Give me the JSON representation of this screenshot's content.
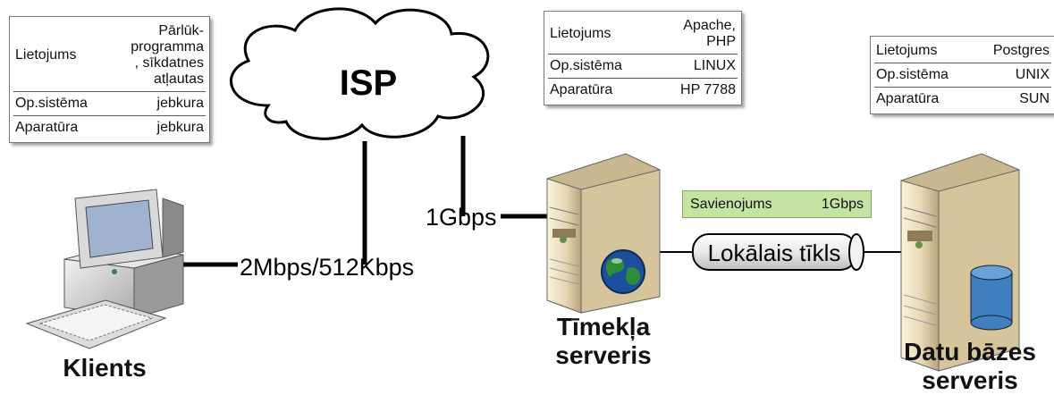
{
  "isp": {
    "label": "ISP"
  },
  "links": {
    "client_speed": "2Mbps/512Kbps",
    "web_speed": "1Gbps"
  },
  "client": {
    "title": "Klients",
    "specs": [
      {
        "key": "Lietojums",
        "value": "Pārlūk-\nprogramma\n, sīkdatnes\natļautas"
      },
      {
        "key": "Op.sistēma",
        "value": "jebkura"
      },
      {
        "key": "Aparatūra",
        "value": "jebkura"
      }
    ]
  },
  "web_server": {
    "title_line1": "Tīmekļa",
    "title_line2": "serveris",
    "specs": [
      {
        "key": "Lietojums",
        "value": "Apache,\nPHP"
      },
      {
        "key": "Op.sistēma",
        "value": "LINUX"
      },
      {
        "key": "Aparatūra",
        "value": "HP 7788"
      }
    ]
  },
  "db_server": {
    "title_line1": "Datu bāzes",
    "title_line2": "serveris",
    "specs": [
      {
        "key": "Lietojums",
        "value": "Postgres"
      },
      {
        "key": "Op.sistēma",
        "value": "UNIX"
      },
      {
        "key": "Aparatūra",
        "value": "SUN"
      }
    ]
  },
  "lan": {
    "label": "Lokālais tīkls",
    "connection_key": "Savienojums",
    "connection_value": "1Gbps",
    "connection_color": "#c5e3a3"
  },
  "colors": {
    "server_body": "#e8dcc0",
    "db_cylinder": "#3f7fbf",
    "globe_land": "#2e8b3a",
    "globe_water": "#1c4f9e"
  }
}
